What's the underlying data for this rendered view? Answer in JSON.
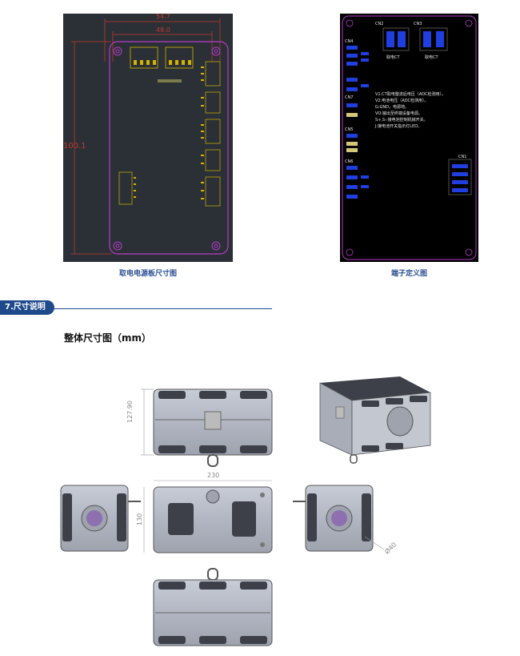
{
  "figures": {
    "pcb_caption": "取电电源板尺寸图",
    "pin_caption": "端子定义图",
    "pcb_dims": {
      "width_outer": "54.7",
      "width_inner": "48.0",
      "height": "100.1"
    },
    "pin_notes": [
      "V1:CT取电整流后电压（ADC检测用）。",
      "V2:电池电压（ADC检测用）。",
      "G:GND，电源地。",
      "VO:输出至终端设备电源。",
      "S+,S-:接电池控制机械开关。",
      "J:接电池开关指示灯LED。"
    ],
    "pin_labels": [
      "CN1",
      "CN2",
      "CN3",
      "CN4",
      "CN5",
      "CN6",
      "CN7",
      "取电CT",
      "取电CT"
    ]
  },
  "section": {
    "title": "7.尺寸说明",
    "heading": "整体尺寸图（mm）"
  },
  "dimensions": {
    "height": "127.90",
    "width": "230",
    "depth": "130",
    "diameter": "Ø40"
  }
}
